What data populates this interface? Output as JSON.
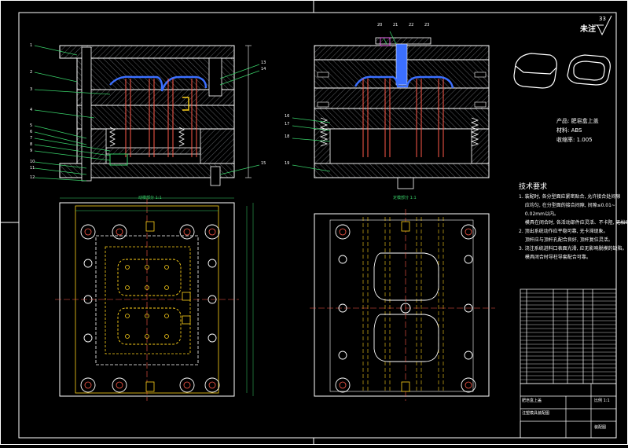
{
  "title_block": {
    "sheet_mark": "33",
    "remaining_label": "未注"
  },
  "product_info": {
    "product_line": "产品: 肥皂盒上盖",
    "material_line": "材料: ABS",
    "shrink_line": "收缩率: 1.005"
  },
  "tech_notes": {
    "heading": "技术要求",
    "items": [
      "1. 装配时, 各分型面应紧密贴合, 允许接合处间隙",
      "　 应均匀, 在分型面的接合间隙, 间隙≤0.01~",
      "　 0.02mm以内。",
      "　 模具在闭合时, 各活动部件应灵活、不卡阻, 无松动。",
      "2. 顶出系统动作应平稳可靠, 无卡滞现象。",
      "　 顶杆应与顶杆孔配合良好, 顶杆复位灵活。",
      "3. 浇注系统进料口表面光滑, 应无影响脱模的缺陷。",
      "　 模具闭合时导柱导套配合可靠。"
    ]
  },
  "section_labels": {
    "plan_left": "动模部分  1:1",
    "plan_right": "定模部分  1:1"
  },
  "callouts": {
    "left": [
      "1",
      "2",
      "3",
      "4",
      "5",
      "6",
      "7",
      "8",
      "9",
      "10",
      "11",
      "12",
      "13",
      "14",
      "15"
    ],
    "right": [
      "16",
      "17",
      "18",
      "19",
      "20",
      "21",
      "22",
      "23"
    ]
  },
  "title_rows": {
    "name": "肥皂盒上盖",
    "drawing": "注塑模具装配图",
    "scale": "比例 1:1",
    "sheet": "装配图"
  }
}
